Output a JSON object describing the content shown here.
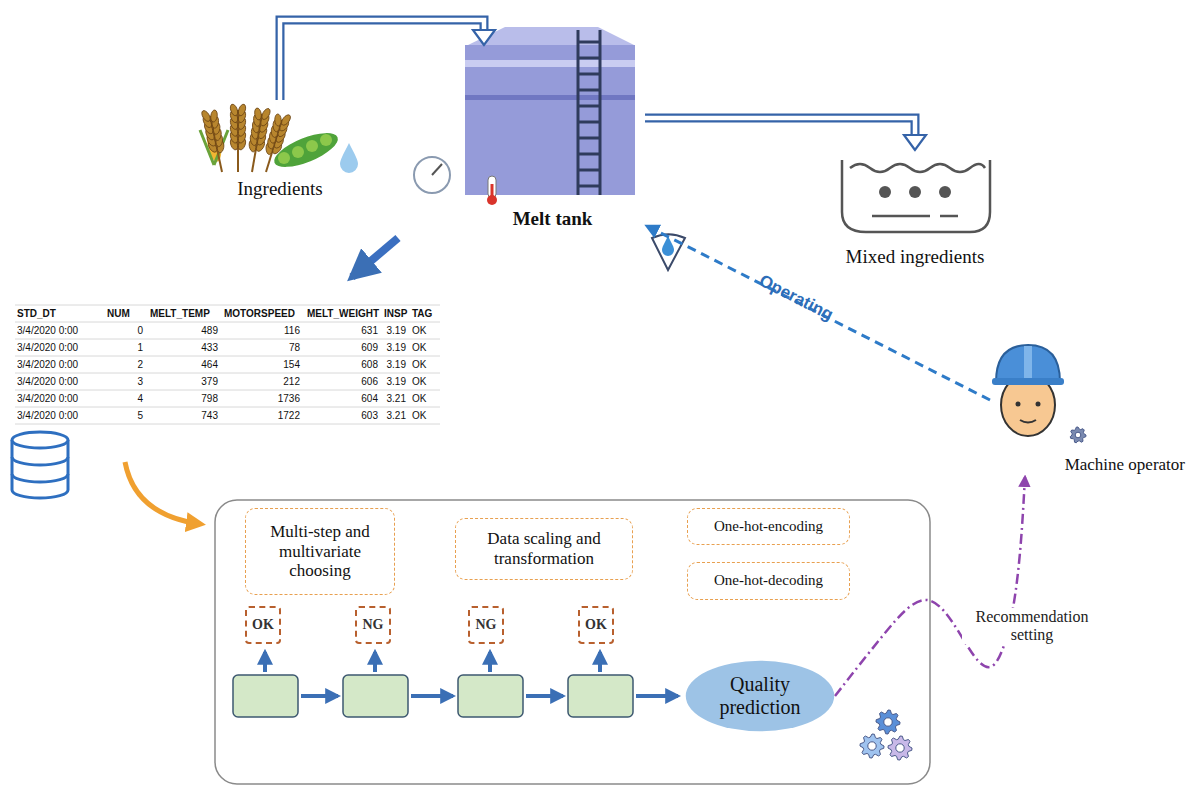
{
  "diagram": {
    "nodes": [
      {
        "text": [
          "Ingredients"
        ]
      },
      {
        "text": [
          "Melt tank"
        ]
      },
      {
        "text": [
          "Mixed ingredients"
        ]
      },
      {
        "text": [
          "Multi-step and multivariate choosing"
        ]
      },
      {
        "text": [
          "Data scaling and transformation"
        ]
      },
      {
        "text": [
          "One-hot-encoding"
        ]
      },
      {
        "text": [
          "One-hot-decoding"
        ]
      },
      {
        "text": [
          "OK"
        ]
      },
      {
        "text": [
          "NG"
        ]
      },
      {
        "text": [
          "NG"
        ]
      },
      {
        "text": [
          "OK"
        ]
      },
      {
        "text": [
          "Quality prediction"
        ]
      },
      {
        "text": [
          "Machine operator"
        ]
      }
    ],
    "edges": [
      {
        "from": 0,
        "to": 1,
        "arrow": "to"
      },
      {
        "from": 1,
        "to": 2,
        "arrow": "to"
      },
      {
        "from": 12,
        "to": 1,
        "label": "Operating",
        "arrow": "to"
      },
      {
        "from": 11,
        "to": 12,
        "label": "Recommendation setting",
        "arrow": "to"
      }
    ],
    "labels": [
      "STD_DT",
      "NUM",
      "MELT_TEMP",
      "MOTORSPEED",
      "MELT_WEIGHT",
      "INSP",
      "TAG",
      "3/4/2020 0:00",
      "0",
      "489",
      "116",
      "631",
      "3.19",
      "OK",
      "3/4/2020 0:00",
      "1",
      "433",
      "78",
      "609",
      "3.19",
      "OK",
      "3/4/2020 0:00",
      "2",
      "464",
      "154",
      "608",
      "3.19",
      "OK",
      "3/4/2020 0:00",
      "3",
      "379",
      "212",
      "606",
      "3.19",
      "OK",
      "3/4/2020 0:00",
      "4",
      "798",
      "1736",
      "604",
      "3.21",
      "OK",
      "3/4/2020 0:00",
      "5",
      "743",
      "1722",
      "603",
      "3.21",
      "OK"
    ]
  }
}
